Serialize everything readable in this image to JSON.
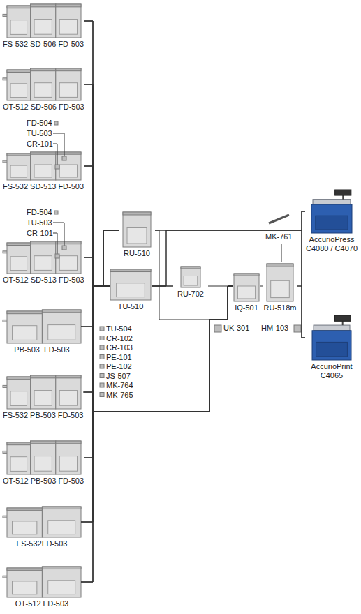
{
  "diagram": {
    "nodes": [
      {
        "text": [
          "FS-532",
          "SD-506",
          "FD-503"
        ]
      },
      {
        "text": [
          "OT-512",
          "SD-506",
          "FD-503"
        ]
      },
      {
        "text": [
          "FS-532",
          "SD-513",
          "FD-503"
        ]
      },
      {
        "text": [
          "OT-512",
          "SD-513",
          "FD-503"
        ]
      },
      {
        "text": [
          "PB-503",
          "FD-503"
        ]
      },
      {
        "text": [
          "FS-532",
          "PB-503",
          "FD-503"
        ]
      },
      {
        "text": [
          "OT-512",
          "PB-503",
          "FD-503"
        ]
      },
      {
        "text": [
          "FS-532",
          "FD-503"
        ]
      },
      {
        "text": [
          "OT-512",
          "FD-503"
        ]
      },
      {
        "text": [
          "RU-510"
        ]
      },
      {
        "text": [
          "TU-510"
        ]
      },
      {
        "text": [
          "RU-702"
        ]
      },
      {
        "text": [
          "IQ-501"
        ]
      },
      {
        "text": [
          "RU-518m"
        ]
      },
      {
        "text": [
          "AccurioPress",
          "C4080 / C4070"
        ]
      },
      {
        "text": [
          "AccurioPrint",
          "C4065"
        ]
      }
    ],
    "edges": [
      {
        "from": 0,
        "to": 9,
        "arrow": "none"
      },
      {
        "from": 0,
        "to": 10,
        "arrow": "none"
      },
      {
        "from": 0,
        "to": 12,
        "arrow": "none"
      },
      {
        "from": 1,
        "to": 9,
        "arrow": "none"
      },
      {
        "from": 1,
        "to": 10,
        "arrow": "none"
      },
      {
        "from": 1,
        "to": 12,
        "arrow": "none"
      },
      {
        "from": 2,
        "to": 9,
        "arrow": "none"
      },
      {
        "from": 2,
        "to": 10,
        "arrow": "none"
      },
      {
        "from": 2,
        "to": 12,
        "arrow": "none"
      },
      {
        "from": 3,
        "to": 9,
        "arrow": "none"
      },
      {
        "from": 3,
        "to": 10,
        "arrow": "none"
      },
      {
        "from": 3,
        "to": 12,
        "arrow": "none"
      },
      {
        "from": 4,
        "to": 9,
        "arrow": "none"
      },
      {
        "from": 4,
        "to": 10,
        "arrow": "none"
      },
      {
        "from": 4,
        "to": 12,
        "arrow": "none"
      },
      {
        "from": 5,
        "to": 9,
        "arrow": "none"
      },
      {
        "from": 5,
        "to": 10,
        "arrow": "none"
      },
      {
        "from": 5,
        "to": 12,
        "arrow": "none"
      },
      {
        "from": 6,
        "to": 9,
        "arrow": "none"
      },
      {
        "from": 6,
        "to": 10,
        "arrow": "none"
      },
      {
        "from": 6,
        "to": 12,
        "arrow": "none"
      },
      {
        "from": 7,
        "to": 9,
        "arrow": "none"
      },
      {
        "from": 7,
        "to": 10,
        "arrow": "none"
      },
      {
        "from": 7,
        "to": 12,
        "arrow": "none"
      },
      {
        "from": 8,
        "to": 9,
        "arrow": "none"
      },
      {
        "from": 8,
        "to": 10,
        "arrow": "none"
      },
      {
        "from": 8,
        "to": 12,
        "arrow": "none"
      },
      {
        "from": 9,
        "to": 11,
        "arrow": "none"
      },
      {
        "from": 10,
        "to": 11,
        "arrow": "none"
      },
      {
        "from": 10,
        "to": 12,
        "arrow": "none"
      },
      {
        "from": 11,
        "to": 12,
        "arrow": "none"
      },
      {
        "from": 12,
        "to": 13,
        "arrow": "none"
      },
      {
        "from": 9,
        "to": 14,
        "arrow": "none"
      },
      {
        "from": 9,
        "to": 15,
        "arrow": "none"
      },
      {
        "from": 10,
        "to": 14,
        "arrow": "none"
      },
      {
        "from": 10,
        "to": 15,
        "arrow": "none"
      },
      {
        "from": 13,
        "to": 14,
        "arrow": "none"
      },
      {
        "from": 13,
        "to": 15,
        "arrow": "none"
      }
    ],
    "labels": [
      "FD-504",
      "TU-503",
      "CR-101",
      "FD-504",
      "TU-503",
      "CR-101",
      "TU-504",
      "CR-102",
      "CR-103",
      "PE-101",
      "PE-102",
      "JS-507",
      "MK-764",
      "MK-765",
      "MK-761",
      "UK-301",
      "HM-103"
    ]
  }
}
